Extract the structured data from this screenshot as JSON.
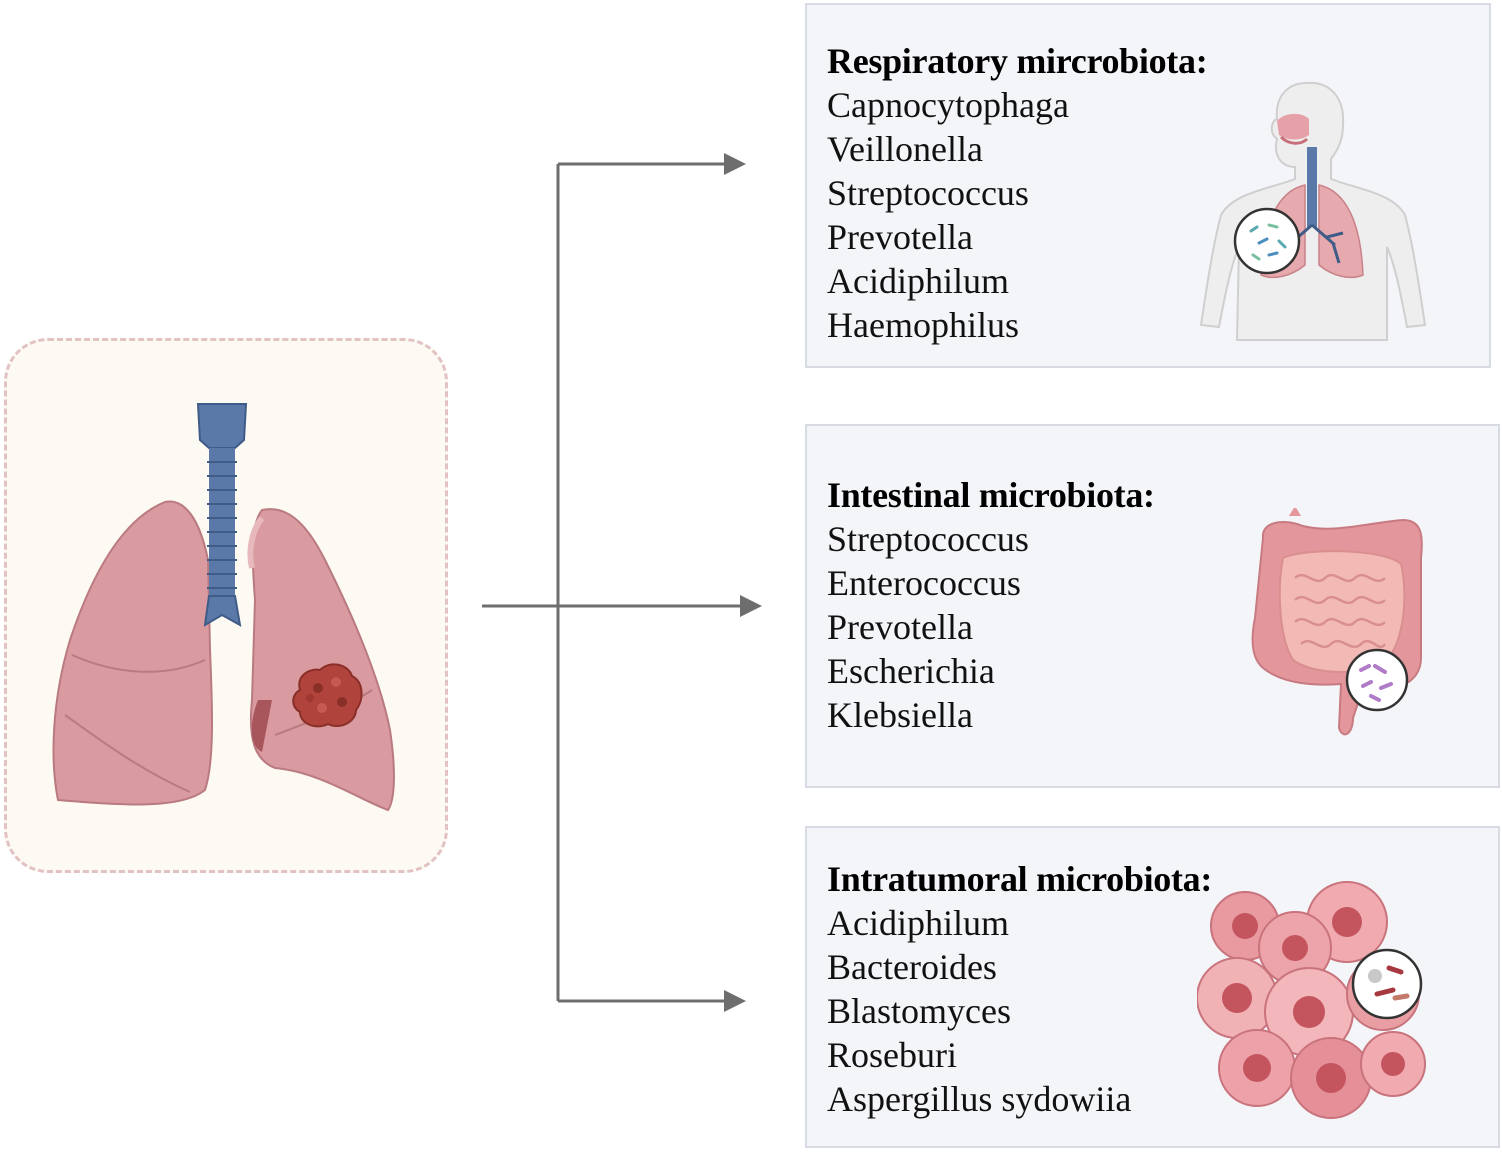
{
  "source": {
    "label": ""
  },
  "colors": {
    "lung": "#d99aa0",
    "tumor": "#b0443c",
    "trachea": "#5b79a8",
    "arrow": "#6e6e6e",
    "panel_bg": "#f4f5f9"
  },
  "panels": [
    {
      "title": "Respiratory mircrobiota:",
      "icon": "respiratory-system-icon",
      "items": [
        "Capnocytophaga",
        "Veillonella",
        "Streptococcus",
        "Prevotella",
        "Acidiphilum",
        "Haemophilus"
      ]
    },
    {
      "title": "Intestinal microbiota:",
      "icon": "intestine-icon",
      "items": [
        "Streptococcus",
        "Enterococcus",
        "Prevotella",
        "Escherichia",
        "Klebsiella"
      ]
    },
    {
      "title": "Intratumoral microbiota:",
      "icon": "tumor-cells-icon",
      "items": [
        "Acidiphilum",
        "Bacteroides",
        "Blastomyces",
        "Roseburi",
        "Aspergillus sydowiia"
      ]
    }
  ]
}
